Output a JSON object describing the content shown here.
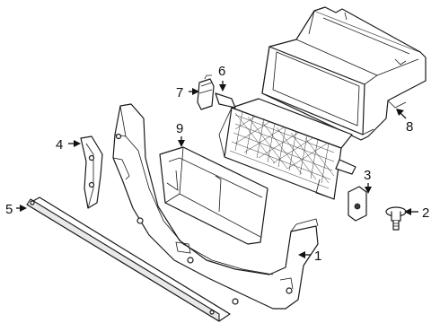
{
  "diagram": {
    "colors": {
      "line": "#1a1a1a",
      "background": "#ffffff"
    },
    "parts": [
      {
        "id": "part-1",
        "callout": "1",
        "kind": "lower support / bumper reinforcement"
      },
      {
        "id": "part-2",
        "callout": "2",
        "kind": "bolt"
      },
      {
        "id": "part-3",
        "callout": "3",
        "kind": "clip nut"
      },
      {
        "id": "part-4",
        "callout": "4",
        "kind": "side bracket"
      },
      {
        "id": "part-5",
        "callout": "5",
        "kind": "lower tie bar"
      },
      {
        "id": "part-6",
        "callout": "6",
        "kind": "grille shutter assembly"
      },
      {
        "id": "part-7",
        "callout": "7",
        "kind": "actuator"
      },
      {
        "id": "part-8",
        "callout": "8",
        "kind": "air deflector duct"
      },
      {
        "id": "part-9",
        "callout": "9",
        "kind": "air guide"
      }
    ]
  }
}
